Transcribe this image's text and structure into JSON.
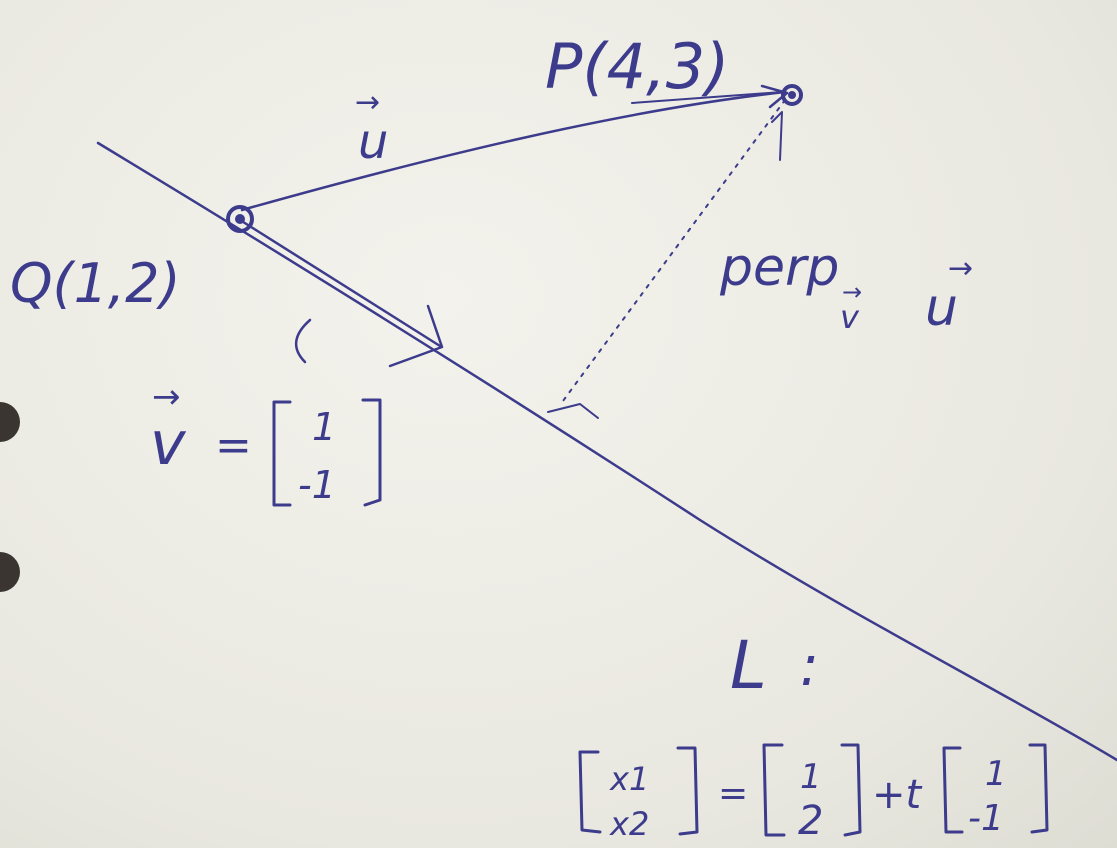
{
  "colors": {
    "ink": "#3c3b8c",
    "paper": "#ecebe4",
    "hole": "#3a3530"
  },
  "points": {
    "Q": {
      "label": "Q(1,2)"
    },
    "P": {
      "label": "P(4,3)"
    }
  },
  "vectors": {
    "u": {
      "label": "u",
      "arrow_glyph": "→"
    },
    "v": {
      "label": "v",
      "arrow_glyph": "→",
      "equals": "=",
      "components": [
        "1",
        "-1"
      ]
    }
  },
  "line_label": "L",
  "line_colon": ":",
  "perp_label": {
    "text": "perp",
    "sub": "v",
    "of": "u"
  },
  "equation": {
    "lhs": [
      "x1",
      "x2"
    ],
    "equals": "=",
    "point": [
      "1",
      "2"
    ],
    "plus_t": "+t",
    "direction": [
      "1",
      "-1"
    ]
  }
}
